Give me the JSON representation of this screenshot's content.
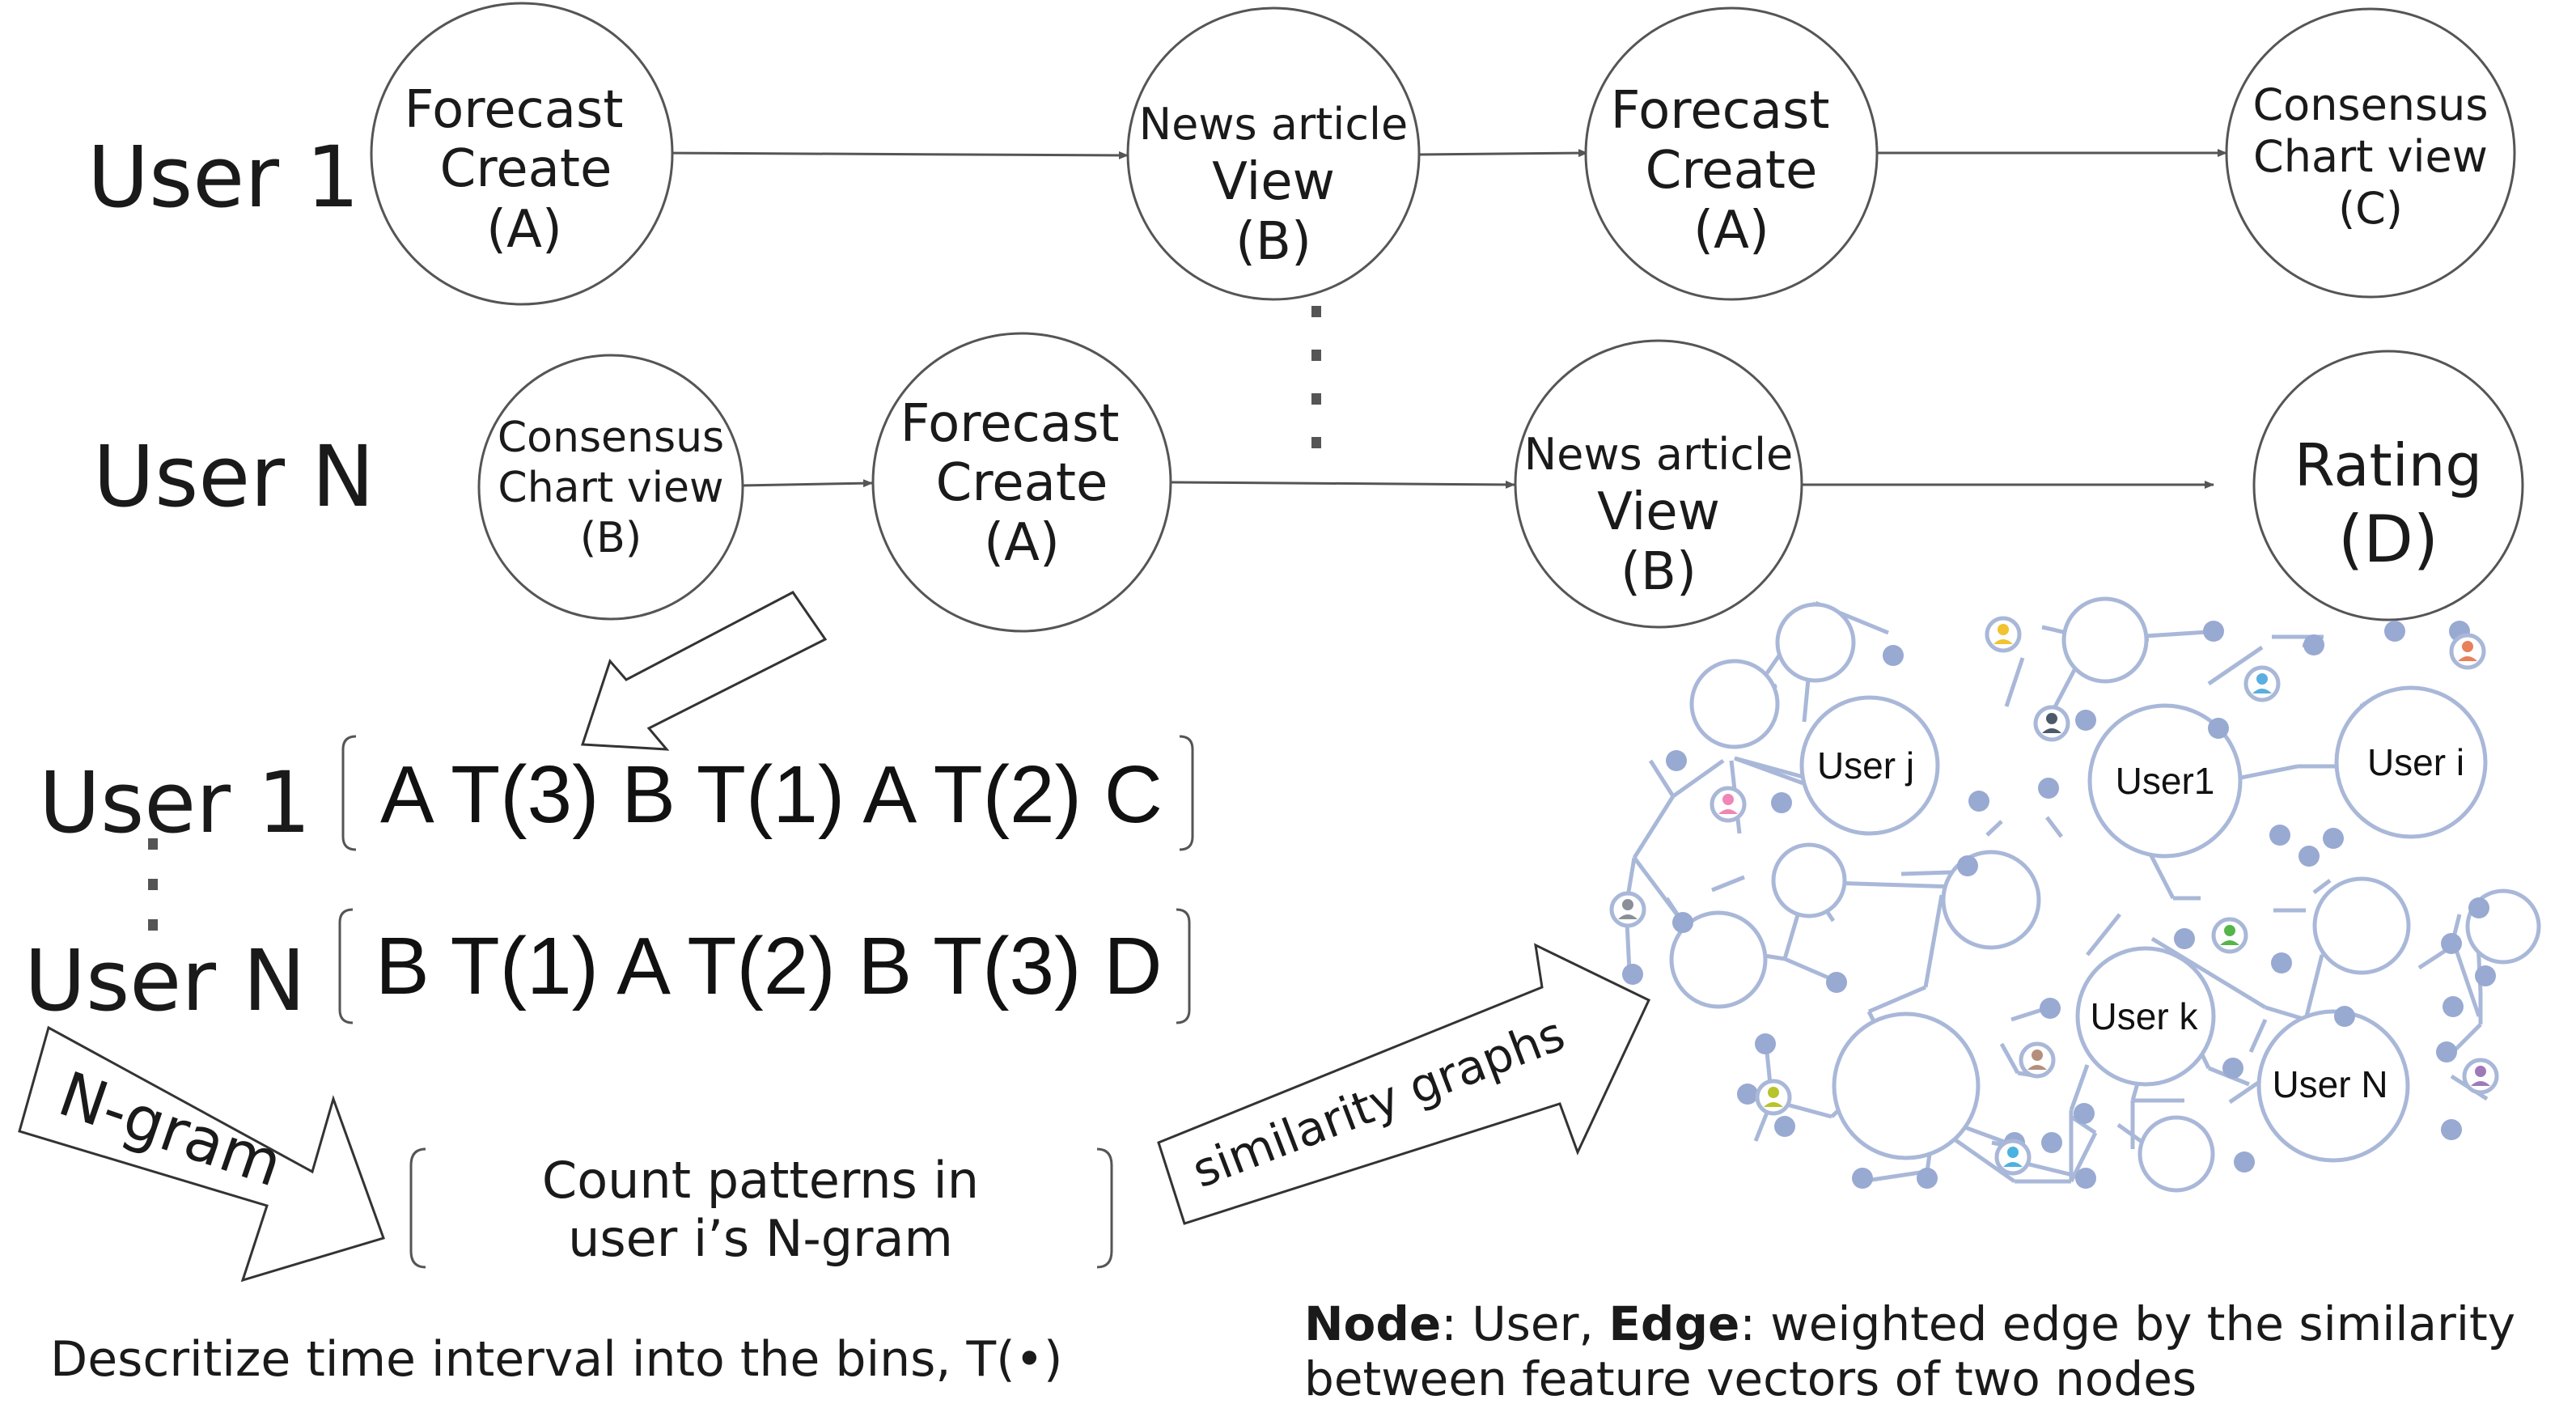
{
  "rows": {
    "user1": "User 1",
    "userN": "User N"
  },
  "nodes": {
    "u1_a": [
      "Forecast",
      "Create",
      "(A)"
    ],
    "u1_b": [
      "News article",
      "View",
      "(B)"
    ],
    "u1_a2": [
      "Forecast",
      "Create",
      "(A)"
    ],
    "u1_c": [
      "Consensus",
      "Chart view",
      "(C)"
    ],
    "un_b": [
      "Consensus",
      "Chart view",
      "(B)"
    ],
    "un_a": [
      "Forecast",
      "Create",
      "(A)"
    ],
    "un_b2": [
      "News article",
      "View",
      "(B)"
    ],
    "un_d": [
      "Rating",
      "(D)"
    ]
  },
  "sequences": {
    "user1_label": "User 1",
    "userN_label": "User N",
    "user1": "A T(3) B T(1) A T(2) C",
    "userN": "B T(1) A T(2) B T(3) D"
  },
  "ngram": {
    "arrow_label": "N-gram",
    "box_line1": "Count patterns in",
    "box_line2": "user i’s N-gram"
  },
  "similarity_label": "similarity graphs",
  "discretize_caption": "Descritize time interval into the bins, T(•)",
  "graph": {
    "labels": {
      "user_j": "User j",
      "user_1": "User1",
      "user_i": "User i",
      "user_k": "User k",
      "user_n": "User N"
    },
    "colors": {
      "edge": "#a9b8d8",
      "person_yellow": "#f2c230",
      "person_dark": "#4b5a6a",
      "person_blue": "#5aaee0",
      "person_orange": "#e8805a",
      "person_pink": "#ef86b6",
      "person_gray": "#8a8f98",
      "person_green": "#55b54a",
      "person_brown": "#b48f7c",
      "person_lime": "#b7c42a",
      "person_cyan": "#4ab2e0",
      "person_purple": "#a07ab8"
    }
  },
  "legend": {
    "node_bold": "Node",
    "node_text": ": User, ",
    "edge_bold": "Edge",
    "edge_text": ": weighted edge by the similarity",
    "line2": "between feature vectors of two nodes"
  }
}
